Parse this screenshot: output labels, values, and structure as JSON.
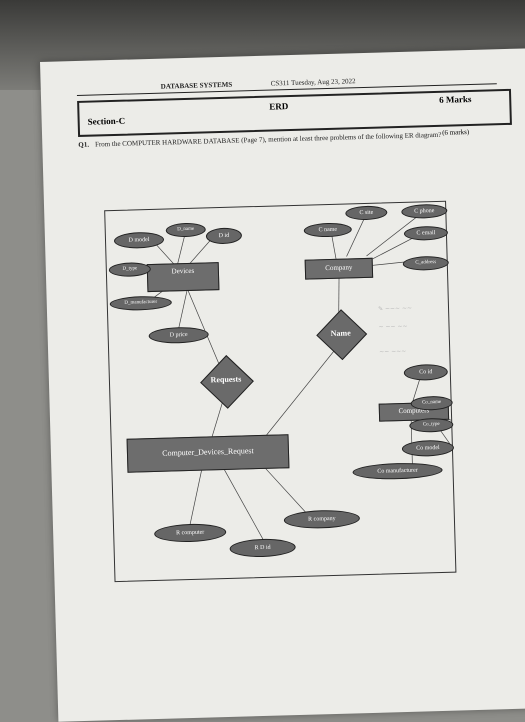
{
  "header": {
    "course": "DATABASE SYSTEMS",
    "ref": "CS311 Tuesday, Aug 23, 2022"
  },
  "section": {
    "label": "Section-C",
    "title": "ERD",
    "marks": "6 Marks"
  },
  "question": {
    "number": "Q1.",
    "text": "From the COMPUTER HARDWARE DATABASE (Page 7), mention at least three problems of the following ER diagram?",
    "marks": "(6 marks)"
  },
  "erd": {
    "entities": {
      "devices": "Devices",
      "company": "Company",
      "computers": "Computers",
      "cdr": "Computer_Devices_Request"
    },
    "relationships": {
      "requests": "Requests",
      "name": "Name"
    },
    "attributes": {
      "d_model": "D model",
      "d_name": "D_name",
      "d_id": "D id",
      "d_type": "D_type",
      "d_manufacturer": "D_manufacturer",
      "d_price": "D price",
      "c_name": "C name",
      "c_site": "C site",
      "c_phone": "C phone",
      "c_email": "C email",
      "c_address": "C_address",
      "co_id": "Co id",
      "co_name": "Co_name",
      "co_type": "Co_type",
      "co_model": "Co model",
      "co_manufacturer": "Co manufacturer",
      "r_computer": "R computer",
      "r_company": "R company",
      "rd_id": "R D id"
    }
  }
}
